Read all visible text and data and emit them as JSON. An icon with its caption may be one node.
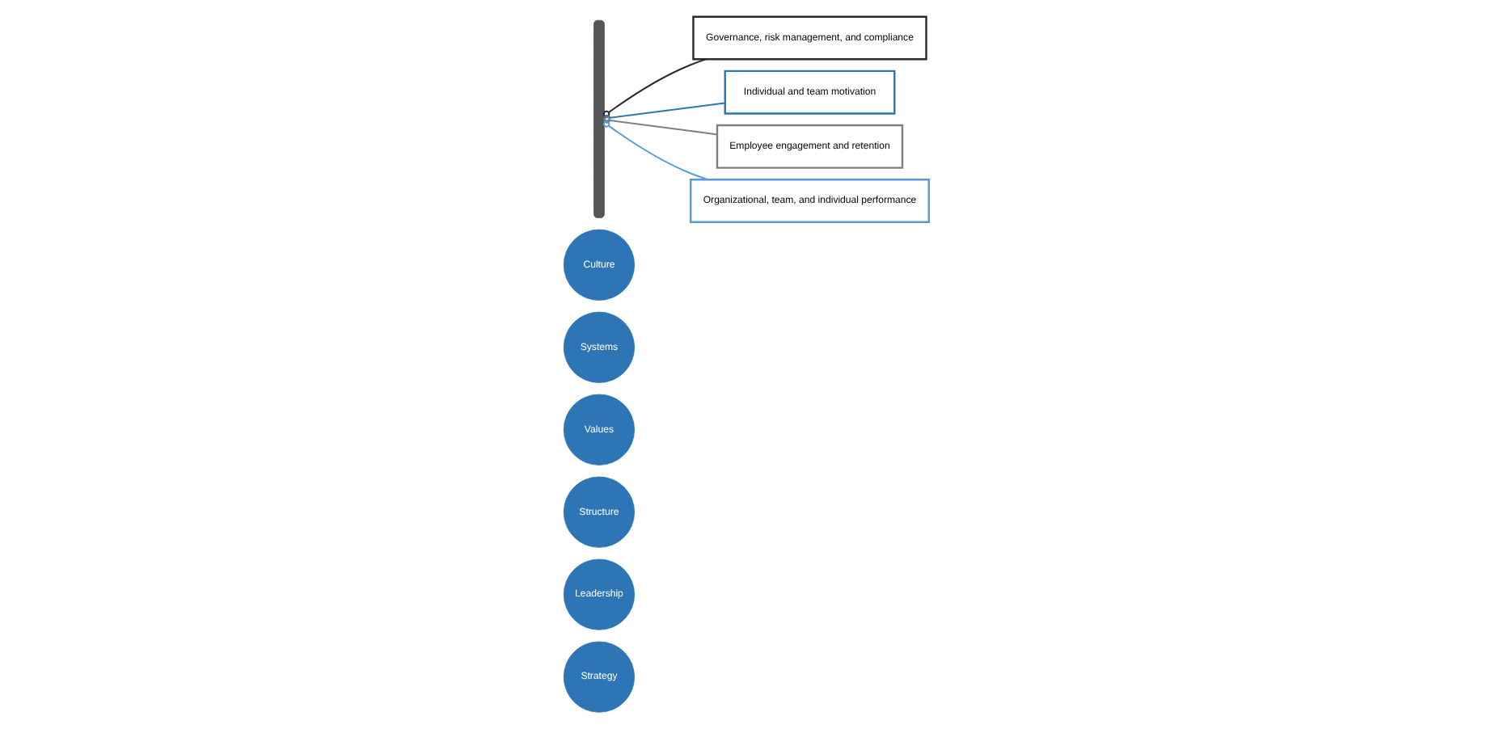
{
  "diagram": {
    "nodes": [
      {
        "text": [
          "Strategy"
        ]
      },
      {
        "text": [
          "Leadership"
        ]
      },
      {
        "text": [
          "Structure"
        ]
      },
      {
        "text": [
          "Values"
        ]
      },
      {
        "text": [
          "Systems"
        ]
      },
      {
        "text": [
          "Culture"
        ]
      },
      {
        "text": [],
        "shape": "arc"
      },
      {
        "text": [
          "Governance, risk management, and compliance"
        ]
      },
      {
        "text": [
          "Individual and team motivation"
        ]
      },
      {
        "text": [
          "Employee engagement and retention"
        ]
      },
      {
        "text": [
          "Organizational, team, and individual performance"
        ]
      }
    ],
    "edges": [
      {
        "from": 6,
        "to": 7,
        "arrow": "other",
        "color": "#2b2b2b"
      },
      {
        "from": 6,
        "to": 8,
        "arrow": "other",
        "color": "#2e75b6"
      },
      {
        "from": 6,
        "to": 9,
        "arrow": "other",
        "color": "#7f7f7f"
      },
      {
        "from": 6,
        "to": 10,
        "arrow": "other",
        "color": "#5b9bd5"
      }
    ]
  }
}
